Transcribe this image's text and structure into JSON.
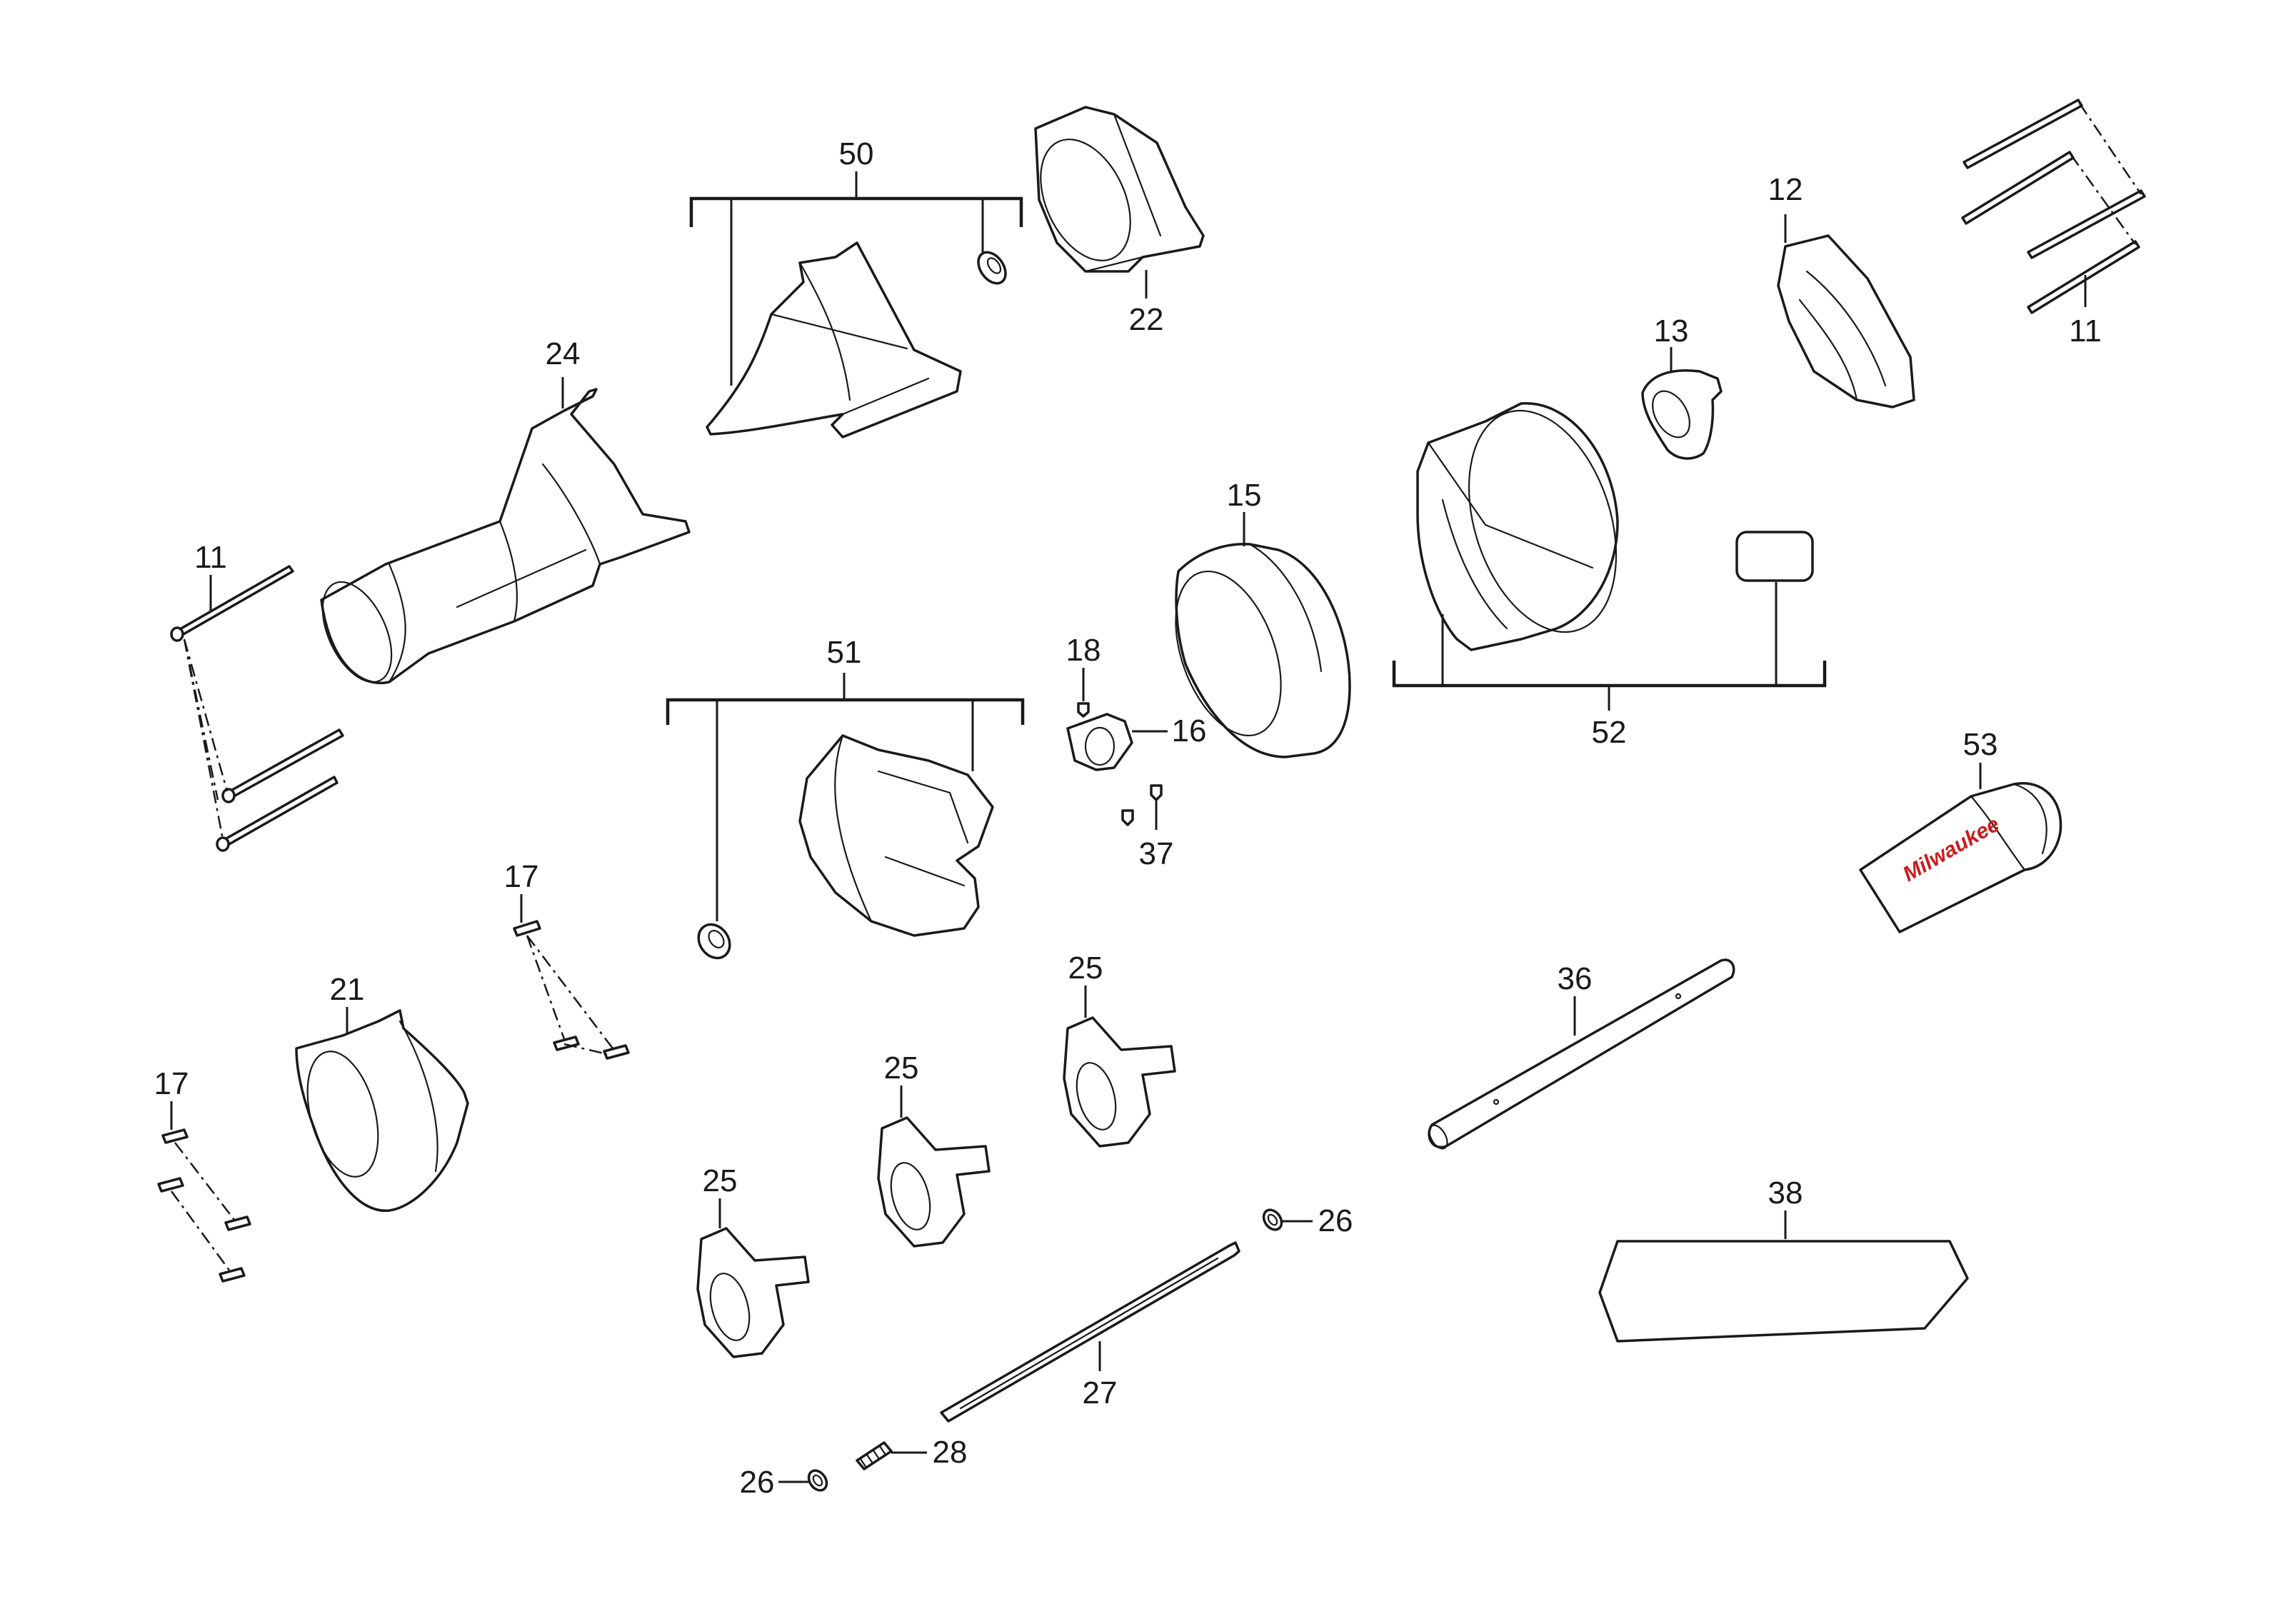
{
  "labels": {
    "c11a": "11",
    "c11b": "11",
    "c12": "12",
    "c13": "13",
    "c15": "15",
    "c16": "16",
    "c17a": "17",
    "c17b": "17",
    "c18": "18",
    "c21": "21",
    "c22": "22",
    "c24": "24",
    "c25a": "25",
    "c25b": "25",
    "c25c": "25",
    "c26a": "26",
    "c26b": "26",
    "c27": "27",
    "c28": "28",
    "c36": "36",
    "c37": "37",
    "c38": "38",
    "c50": "50",
    "c51": "51",
    "c52": "52",
    "c53": "53"
  },
  "brand_text": "Milwaukee",
  "colors": {
    "line": "#1a1a1a",
    "background": "#ffffff",
    "brand_red": "#c81e1e"
  }
}
